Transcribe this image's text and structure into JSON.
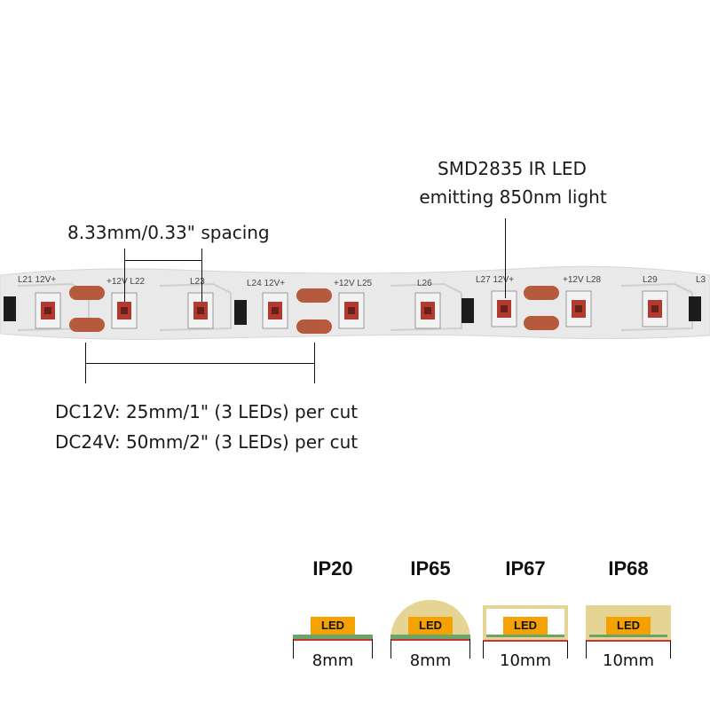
{
  "annotations": {
    "led_type_line1": "SMD2835 IR LED",
    "led_type_line2": "emitting 850nm light",
    "spacing": "8.33mm/0.33\" spacing",
    "cut_12v": "DC12V: 25mm/1\" (3 LEDs) per cut",
    "cut_24v": "DC24V: 50mm/2\" (3 LEDs) per cut"
  },
  "strip_silkscreen": {
    "l21": "L21 12V+",
    "v22": "+12V L22",
    "l23": "L23",
    "l24": "L24 12V+",
    "v25": "+12V L25",
    "l26": "L26",
    "l27": "L27 12V+",
    "v28": "+12V L28",
    "l29": "L29",
    "l3x": "L3"
  },
  "ip_ratings": [
    {
      "name": "IP20",
      "led": "LED",
      "width": "8mm"
    },
    {
      "name": "IP65",
      "led": "LED",
      "width": "8mm"
    },
    {
      "name": "IP67",
      "led": "LED",
      "width": "10mm"
    },
    {
      "name": "IP68",
      "led": "LED",
      "width": "10mm"
    }
  ],
  "colors": {
    "strip": "#e8e8e8",
    "copper_pad": "#b55a3c",
    "led_body": "#b03a30",
    "led_highlight": "#f5a200",
    "coating": "#e5d493"
  }
}
